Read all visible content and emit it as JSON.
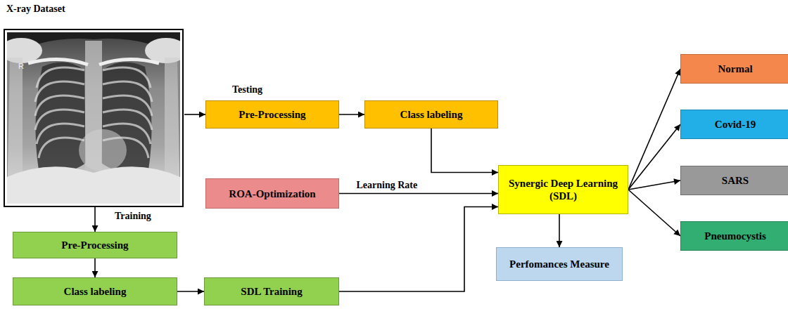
{
  "diagram": {
    "nodes": [
      {
        "text": [
          "X-ray Dataset"
        ]
      },
      {
        "text": [
          "Pre-Processing"
        ]
      },
      {
        "text": [
          "Class labeling"
        ]
      },
      {
        "text": [
          "Normal"
        ]
      },
      {
        "text": [
          "Covid-19"
        ]
      },
      {
        "text": [
          "ROA-Optimization"
        ]
      },
      {
        "text": [
          "Synergic Deep Learning (SDL)"
        ]
      },
      {
        "text": [
          "SARS"
        ]
      },
      {
        "text": [
          "Pre-Processing"
        ]
      },
      {
        "text": [
          "Pneumocystis"
        ]
      },
      {
        "text": [
          "Perfomances Measure"
        ]
      },
      {
        "text": [
          "Class labeling"
        ]
      },
      {
        "text": [
          "SDL Training"
        ]
      }
    ],
    "edges": [
      {
        "from": 0,
        "to": 1,
        "arrow": "to"
      },
      {
        "from": 1,
        "to": 2,
        "arrow": "to"
      },
      {
        "from": 2,
        "to": 6,
        "arrow": "to"
      },
      {
        "from": 5,
        "to": 6,
        "label": "Learning Rate",
        "arrow": "to"
      },
      {
        "from": 12,
        "to": 6,
        "arrow": "to"
      },
      {
        "from": 6,
        "to": 3,
        "arrow": "to"
      },
      {
        "from": 6,
        "to": 4,
        "arrow": "to"
      },
      {
        "from": 6,
        "to": 7,
        "arrow": "to"
      },
      {
        "from": 6,
        "to": 9,
        "arrow": "to"
      },
      {
        "from": 6,
        "to": 10,
        "arrow": "to"
      },
      {
        "from": 0,
        "to": 8,
        "arrow": "to"
      },
      {
        "from": 8,
        "to": 11,
        "arrow": "to"
      },
      {
        "from": 11,
        "to": 12,
        "arrow": "to"
      }
    ],
    "labels": [
      "Testing",
      "Training",
      "R"
    ]
  }
}
